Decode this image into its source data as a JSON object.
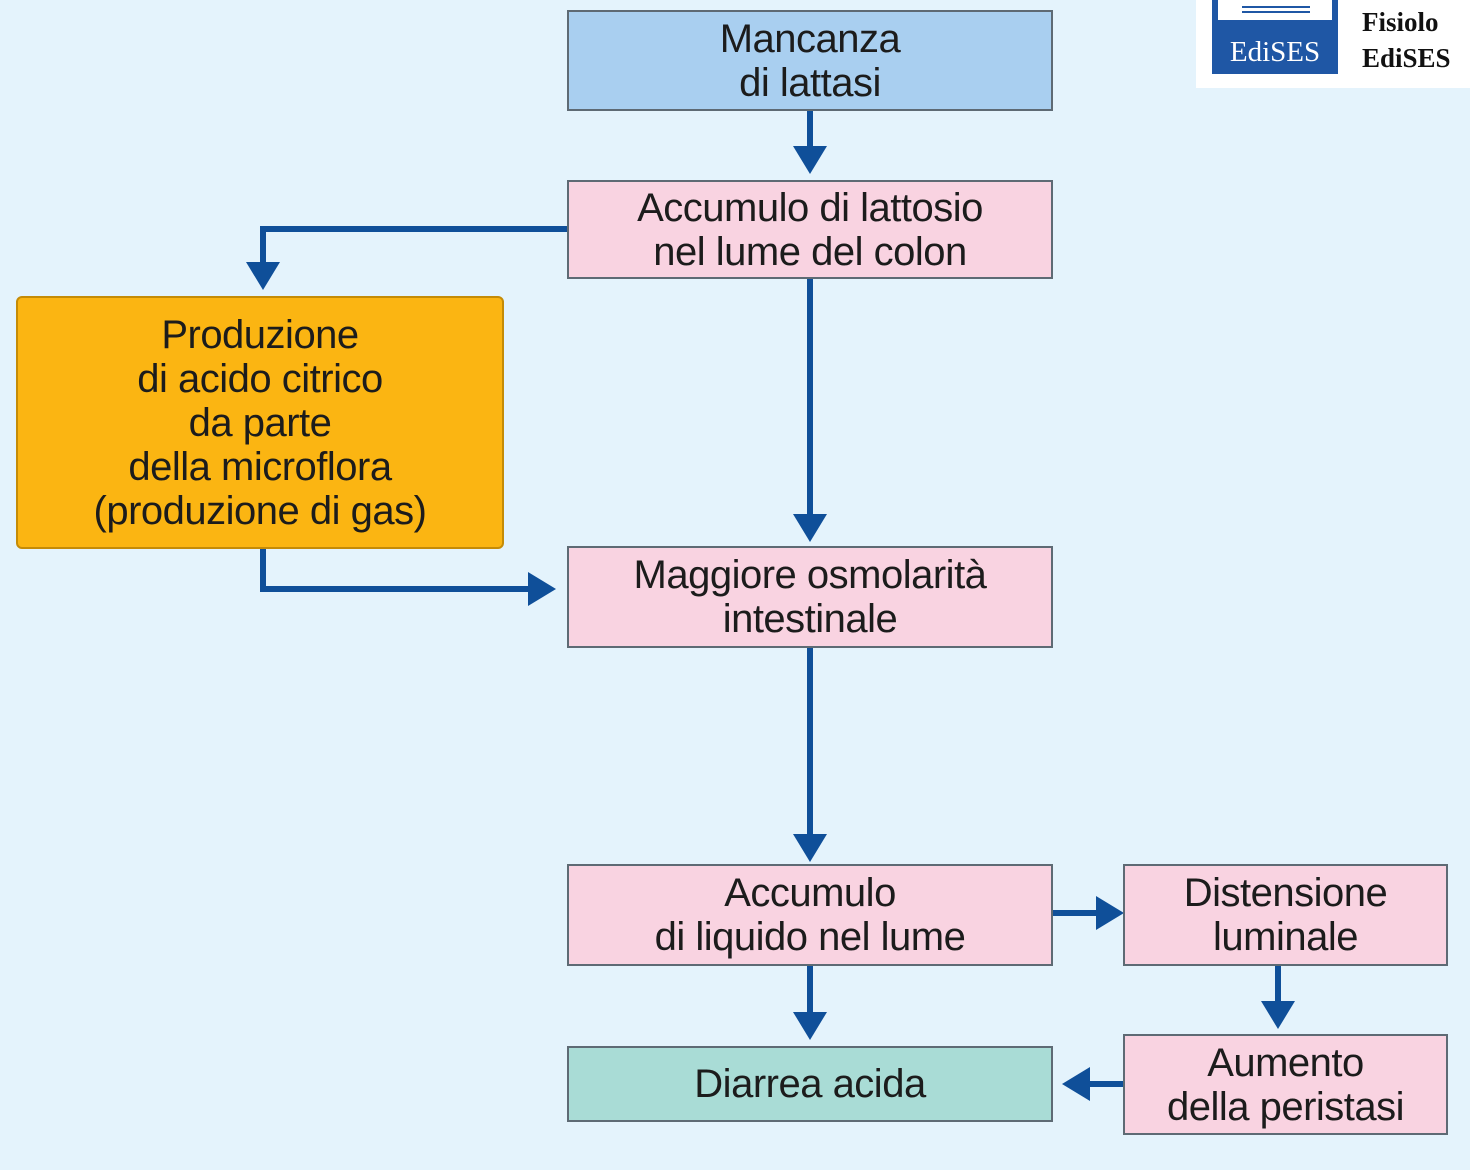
{
  "colors": {
    "arrow": "#0f4f99",
    "lack_box": "#a9cff0",
    "process_box": "#f9d3e1",
    "microflora_box": "#fbb512",
    "outcome_box": "#a9dcd6",
    "background": "#e4f3fc"
  },
  "logo": {
    "brand": "EdiSES",
    "line1": "Fisiolo",
    "line2": "EdiSES"
  },
  "nodes": {
    "lactase_deficiency": [
      "Mancanza",
      "di lattasi"
    ],
    "lactose_accumulation": [
      "Accumulo di lattosio",
      "nel lume del colon"
    ],
    "citric_acid_production": [
      "Produzione",
      "di acido citrico",
      "da parte",
      "della microflora",
      "(produzione di gas)"
    ],
    "osmolarity": [
      "Maggiore osmolarità",
      "intestinale"
    ],
    "fluid_accumulation": [
      "Accumulo",
      "di liquido nel lume"
    ],
    "luminal_distension": [
      "Distensione",
      "luminale"
    ],
    "peristalsis_increase": [
      "Aumento",
      "della peristasi"
    ],
    "acid_diarrhea": [
      "Diarrea acida"
    ]
  },
  "edges": [
    {
      "from": "lactase_deficiency",
      "to": "lactose_accumulation"
    },
    {
      "from": "lactose_accumulation",
      "to": "citric_acid_production"
    },
    {
      "from": "lactose_accumulation",
      "to": "osmolarity"
    },
    {
      "from": "citric_acid_production",
      "to": "osmolarity"
    },
    {
      "from": "osmolarity",
      "to": "fluid_accumulation"
    },
    {
      "from": "fluid_accumulation",
      "to": "luminal_distension"
    },
    {
      "from": "fluid_accumulation",
      "to": "acid_diarrhea"
    },
    {
      "from": "luminal_distension",
      "to": "peristalsis_increase"
    },
    {
      "from": "peristalsis_increase",
      "to": "acid_diarrhea"
    }
  ]
}
